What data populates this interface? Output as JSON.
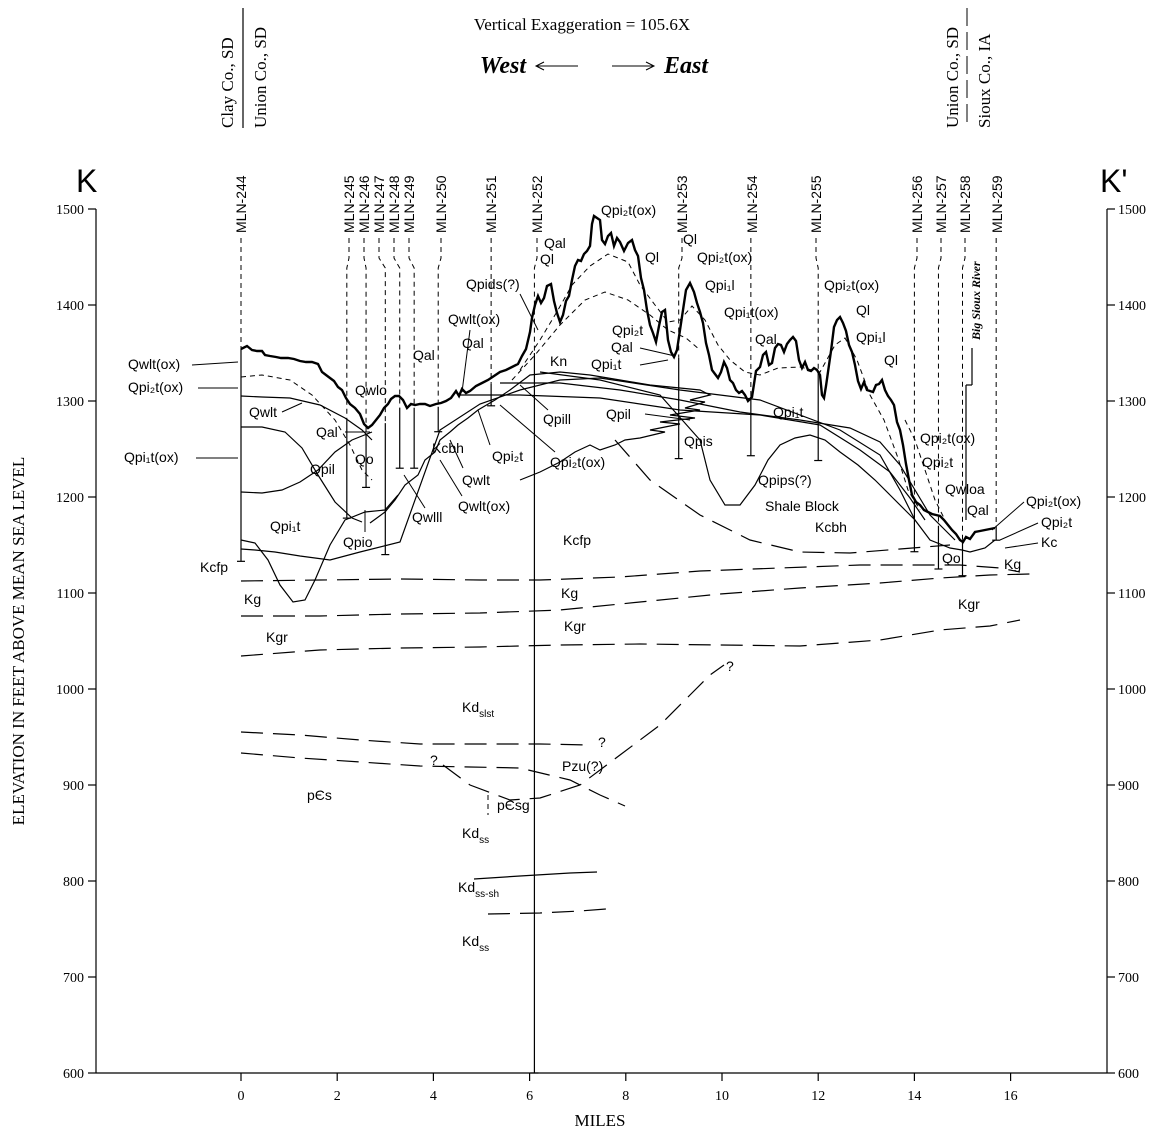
{
  "header": {
    "exaggeration": "Vertical Exaggeration = 105.6X",
    "west": "West",
    "east": "East"
  },
  "section": {
    "start": "K",
    "end": "K'"
  },
  "county_labels": {
    "left_top": "Clay Co., SD",
    "left_bottom": "Union Co., SD",
    "right_top": "Union Co., SD",
    "right_bottom": "Sioux Co., IA"
  },
  "axes": {
    "ylabel": "ELEVATION IN FEET ABOVE MEAN SEA LEVEL",
    "xlabel": "MILES",
    "y_ticks": [
      "1500",
      "1400",
      "1300",
      "1200",
      "1100",
      "1000",
      "900",
      "800",
      "700",
      "600"
    ],
    "y_ticks_right": [
      "1500",
      "1400",
      "1300",
      "1200",
      "1100",
      "1000",
      "900",
      "800",
      "700",
      "600"
    ],
    "x_ticks": [
      "0",
      "2",
      "4",
      "6",
      "8",
      "10",
      "12",
      "14",
      "16"
    ],
    "ylim": [
      600,
      1500
    ],
    "xlim": [
      -3,
      18
    ]
  },
  "wells": [
    {
      "name": "MLN-244",
      "mile": 0.0
    },
    {
      "name": "MLN-245",
      "mile": 2.2
    },
    {
      "name": "MLN-246",
      "mile": 2.6
    },
    {
      "name": "MLN-247",
      "mile": 3.0
    },
    {
      "name": "MLN-248",
      "mile": 3.3
    },
    {
      "name": "MLN-249",
      "mile": 3.6
    },
    {
      "name": "MLN-250",
      "mile": 4.1
    },
    {
      "name": "MLN-251",
      "mile": 5.2
    },
    {
      "name": "MLN-252",
      "mile": 6.1
    },
    {
      "name": "MLN-253",
      "mile": 9.1
    },
    {
      "name": "MLN-254",
      "mile": 10.6
    },
    {
      "name": "MLN-255",
      "mile": 12.0
    },
    {
      "name": "MLN-256",
      "mile": 14.0
    },
    {
      "name": "MLN-257",
      "mile": 14.5
    },
    {
      "name": "MLN-258",
      "mile": 15.0
    },
    {
      "name": "MLN-259",
      "mile": 15.7
    }
  ],
  "river": "Big Sioux River",
  "unit_labels": {
    "qwlt_ox_left": "Qwlt(ox)",
    "qpi2t_ox_left": "Qpi₂t(ox)",
    "qwlt_left": "Qwlt",
    "qpi1t_ox_left": "Qpi₁t(ox)",
    "qpil_left": "Qpil",
    "qpi1t_left": "Qpi₁t",
    "kcfp_left": "Kcfp",
    "kg_left": "Kg",
    "kgr_left": "Kgr",
    "qwlo": "Qwlo",
    "qal_1": "Qal",
    "qo_left": "Qo",
    "qpio": "Qpio",
    "qwlll": "Qwlll",
    "qal_2": "Qal",
    "kcbh_left": "Kcbh",
    "qwlt_ox_2": "Qwlt(ox)",
    "qal_3": "Qal",
    "qpi2t_1": "Qpi₂t",
    "qwlt_2": "Qwlt",
    "qwlt_ox_3": "Qwlt(ox)",
    "qpids": "Qpids(?)",
    "ql_1": "Ql",
    "qal_4": "Qal",
    "kn": "Kn",
    "qpill": "Qpill",
    "qpi2t_ox_2": "Qpi₂t(ox)",
    "qpi2t_ox_top": "Qpi₂t(ox)",
    "ql_2": "Ql",
    "qpi2t_2": "Qpi₂t",
    "qal_5": "Qal",
    "qpi1t_2": "Qpi₁t",
    "qpil_2": "Qpil",
    "qpis": "Qpis",
    "ql_3": "Ql",
    "qpi2t_ox_3": "Qpi₂t(ox)",
    "qpi1l_1": "Qpi₁l",
    "qpi1t_ox_2": "Qpi₁t(ox)",
    "qal_6": "Qal",
    "qpi2t_ox_4": "Qpi₂t(ox)",
    "ql_4": "Ql",
    "qpi1l_2": "Qpi₁l",
    "ql_5": "Ql",
    "qpi1t_3": "Qpi₁t",
    "qpips": "Qpips(?)",
    "shale_block": "Shale Block",
    "kcbh_right": "Kcbh",
    "kcfp_center": "Kcfp",
    "qpi2t_ox_5": "Qpi₂t(ox)",
    "qpi2t_3": "Qpi₂t",
    "qwloa": "Qwloa",
    "qal_7": "Qal",
    "qo_right": "Qo",
    "qpi2t_ox_6": "Qpi₂t(ox)",
    "qpi2t_4": "Qpi₂t",
    "kc": "Kc",
    "kg_right": "Kg",
    "kg_center": "Kg",
    "kgr_center": "Kgr",
    "kgr_right": "Kgr",
    "kd_slst": "Kd",
    "kd_slst_sub": "slst",
    "kd_ss_1": "Kd",
    "kd_ss_1_sub": "ss",
    "kd_ss_sh": "Kd",
    "kd_ss_sh_sub": "ss-sh",
    "kd_ss_2": "Kd",
    "kd_ss_2_sub": "ss",
    "q1": "?",
    "q2": "?",
    "q3": "?",
    "pzu": "Pzu(?)",
    "pcs": "pЄs",
    "pcsg": "pЄsg"
  }
}
